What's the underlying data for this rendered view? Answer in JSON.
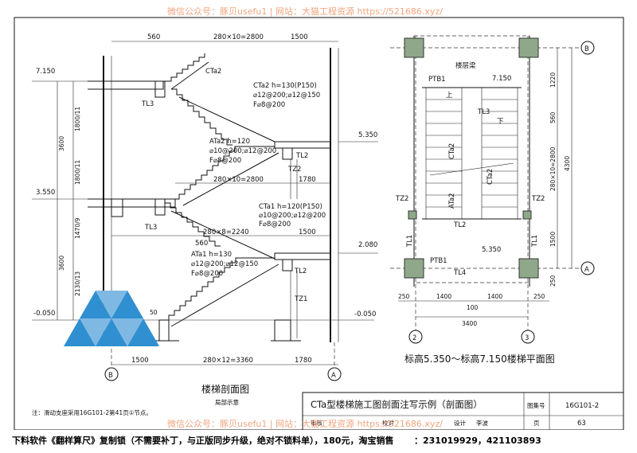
{
  "watermark_top": "微信公众号：豚贝usefu1 | 网站：大猫工程资源 https://521686.xyz/",
  "watermark_bottom": "微信公众号：豚贝usefu1 | 网站：大猫工程资源 https://521686.xyz/",
  "section": {
    "caption": "楼梯剖面图",
    "sub_caption": "局部示意",
    "note": "注：滑动支座采用16G101-2第41页①节点。",
    "elev_top": "7.150",
    "elev_mid": "3.550",
    "elev_bot": "-0.050",
    "elev_r1": "5.350",
    "elev_r2": "2.080",
    "elev_r3": "-0.050",
    "dim_top": "280×10=2800",
    "dim_560a": "560",
    "dim_1500a": "1500",
    "dim_mid": "280×10=2800",
    "dim_1780a": "1780",
    "dim_lower": "280×8=2240",
    "dim_560b": "560",
    "dim_1500b": "1500",
    "dim_1500c": "1500",
    "dim_bottom": "280×12=3360",
    "dim_1780b": "1780",
    "left_dims": [
      "1800/11",
      "1800/11",
      "1470/9",
      "2130/13"
    ],
    "left_total_a": "3600",
    "left_total_b": "3600",
    "axis_b": "B",
    "axis_a": "A",
    "dim_50": "50",
    "labels": {
      "cta2": "CTa2",
      "cta2_spec1": "CTa2 h=130(P150)",
      "cta2_spec2": "⌀12@200;⌀12@150",
      "cta2_spec3": "F⌀8@200",
      "tl3a": "TL3",
      "ata2_spec1": "ATa2 h=120",
      "ata2_spec2": "⌀10@200;⌀12@200",
      "ata2_spec3": "F⌀8@200",
      "tl2a": "TL2",
      "tz2": "TZ2",
      "cta1_spec1": "CTa1 h=120(P150)",
      "cta1_spec2": "⌀10@200;⌀12@200",
      "cta1_spec3": "F⌀8@200",
      "tl3b": "TL3",
      "ata1_spec1": "ATa1 h=130",
      "ata1_spec2": "⌀12@200;⌀12@150",
      "ata1_spec3": "F⌀8@200",
      "tl2b": "TL2",
      "tz1": "TZ1"
    }
  },
  "plan": {
    "caption": "标高5.350～标高7.150楼梯平面图",
    "floor_beam": "楼层梁",
    "ptb1_top": "PTB1",
    "elev_top": "7.150",
    "up": "上",
    "down": "下",
    "tl3": "TL3",
    "cta2": "CTa2",
    "ata2": "ATa2",
    "cta2b": "CTa2",
    "tz2_l": "TZ2",
    "tz2_r": "TZ2",
    "tl2": "TL2",
    "tl1_l": "TL1",
    "tl1_r": "TL1",
    "ptb1_bot": "PTB1",
    "elev_bot": "5.350",
    "tl4": "TL4",
    "axis_b": "B",
    "axis_a": "A",
    "axis_2": "2",
    "axis_3": "3",
    "dim_250a": "250",
    "dim_1400a": "1400",
    "dim_100": "100",
    "dim_1400b": "1400",
    "dim_250b": "250",
    "dim_3400": "3400",
    "right_dims": [
      "1220",
      "560",
      "280×10=2800",
      "1500",
      "250"
    ],
    "right_total": "4300"
  },
  "title_block": {
    "title": "CTa型楼梯施工图剖面注写示例（剖面图）",
    "atlas_label": "图集号",
    "atlas_no": "16G101-2",
    "review": "审核",
    "check": "校对",
    "design": "设计",
    "designer": "李波",
    "page_label": "页",
    "page_no": "63"
  },
  "footer": {
    "text": "下料软件《翻样算尺》复制锁（不需要补丁，与正版同步升级，绝对不锁料单），180元，淘宝销售",
    "qq": "：231019929，421103893"
  },
  "colors": {
    "watermark": "#f0a57f",
    "logo_blue": "#2f8fd0",
    "column_green": "#8fa88a"
  }
}
